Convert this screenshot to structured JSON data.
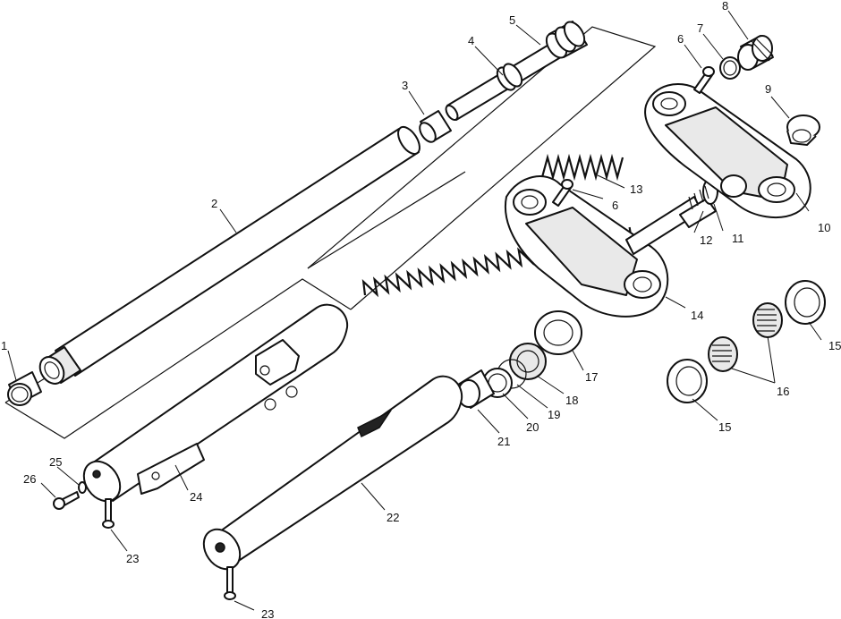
{
  "callouts": [
    "1",
    "2",
    "3",
    "4",
    "5",
    "6",
    "7",
    "8",
    "9",
    "10",
    "11",
    "12",
    "13",
    "6",
    "14",
    "15",
    "16",
    "15",
    "17",
    "18",
    "19",
    "20",
    "21",
    "22",
    "23",
    "24",
    "25",
    "26",
    "23"
  ]
}
